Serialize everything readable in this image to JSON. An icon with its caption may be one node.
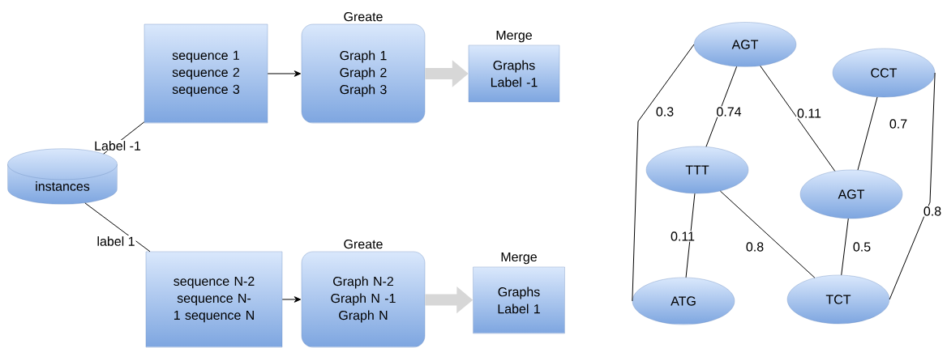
{
  "diagram": {
    "nodes": [
      {
        "text": [
          "instances"
        ]
      },
      {
        "text": [
          "sequence 1 sequence 2 sequence 3"
        ]
      },
      {
        "text": [
          "Graph 1 Graph 2 Graph 3"
        ],
        "beside": [
          "Greate"
        ]
      },
      {
        "text": [
          "Graphs Label -1"
        ],
        "beside": [
          "Merge"
        ]
      },
      {
        "text": [
          "sequence N-2 sequence N-1 sequence N"
        ]
      },
      {
        "text": [
          "Graph N-2 Graph N -1 Graph N"
        ],
        "beside": [
          "Greate"
        ]
      },
      {
        "text": [
          "Graphs Label 1"
        ],
        "beside": [
          "Merge"
        ]
      },
      {
        "text": [
          "AGT"
        ]
      },
      {
        "text": [
          "CCT"
        ]
      },
      {
        "text": [
          "TTT"
        ]
      },
      {
        "text": [
          "AGT"
        ]
      },
      {
        "text": [
          "ATG"
        ]
      },
      {
        "text": [
          "TCT"
        ]
      }
    ],
    "edges": [
      {
        "from": 0,
        "to": 1,
        "arrow": "none",
        "label": "Label -1"
      },
      {
        "from": 0,
        "to": 4,
        "arrow": "none",
        "label": "label 1"
      },
      {
        "from": 1,
        "to": 2,
        "arrow": "to"
      },
      {
        "from": 2,
        "to": 3,
        "arrow": "to",
        "style": "thick",
        "color": "#d7d7d7"
      },
      {
        "from": 4,
        "to": 5,
        "arrow": "to"
      },
      {
        "from": 5,
        "to": 6,
        "arrow": "to",
        "style": "thick",
        "color": "#d7d7d7"
      },
      {
        "from": 7,
        "to": 11,
        "arrow": "none",
        "label": "0.3"
      },
      {
        "from": 7,
        "to": 9,
        "arrow": "none",
        "label": "0.74"
      },
      {
        "from": 7,
        "to": 10,
        "arrow": "none",
        "label": "0.11"
      },
      {
        "from": 8,
        "to": 10,
        "arrow": "none",
        "label": "0.7"
      },
      {
        "from": 8,
        "to": 12,
        "arrow": "none",
        "label": "0.8"
      },
      {
        "from": 9,
        "to": 11,
        "arrow": "none",
        "label": "0.11"
      },
      {
        "from": 9,
        "to": 12,
        "arrow": "none",
        "label": "0.8"
      },
      {
        "from": 10,
        "to": 12,
        "arrow": "none",
        "label": "0.5"
      }
    ]
  }
}
